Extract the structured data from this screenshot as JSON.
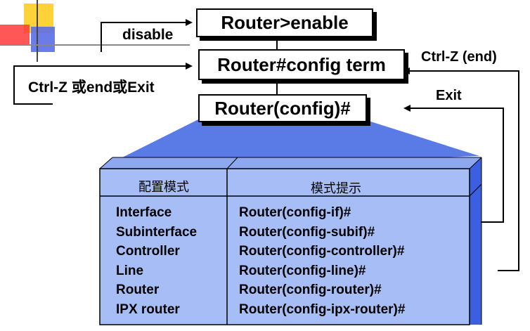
{
  "diagram": {
    "commands": {
      "enable": "Router>enable",
      "config_term": "Router#config term",
      "config_prompt": "Router(config)#"
    },
    "labels": {
      "disable": "disable",
      "exit_left": "Ctrl-Z 或end或Exit",
      "ctrl_z_right": "Ctrl-Z (end)",
      "exit_right": "Exit"
    },
    "table": {
      "header_mode": "配置模式",
      "header_prompt": "模式提示",
      "rows": [
        {
          "mode": "Interface",
          "prompt": "Router(config-if)#"
        },
        {
          "mode": "Subinterface",
          "prompt": "Router(config-subif)#"
        },
        {
          "mode": "Controller",
          "prompt": "Router(config-controller)#"
        },
        {
          "mode": "Line",
          "prompt": "Router(config-line)#"
        },
        {
          "mode": "Router",
          "prompt": "Router(config-router)#"
        },
        {
          "mode": "IPX router",
          "prompt": "Router(config-ipx-router)#"
        }
      ]
    },
    "colors": {
      "table_fill": "#a6bdf6",
      "table_side": "#3a5fe0",
      "trapezoid": "#5a7be6",
      "deco_yellow": "#ffd23a",
      "deco_red": "#ff3a3a",
      "deco_blue": "#5b6ee8"
    }
  }
}
